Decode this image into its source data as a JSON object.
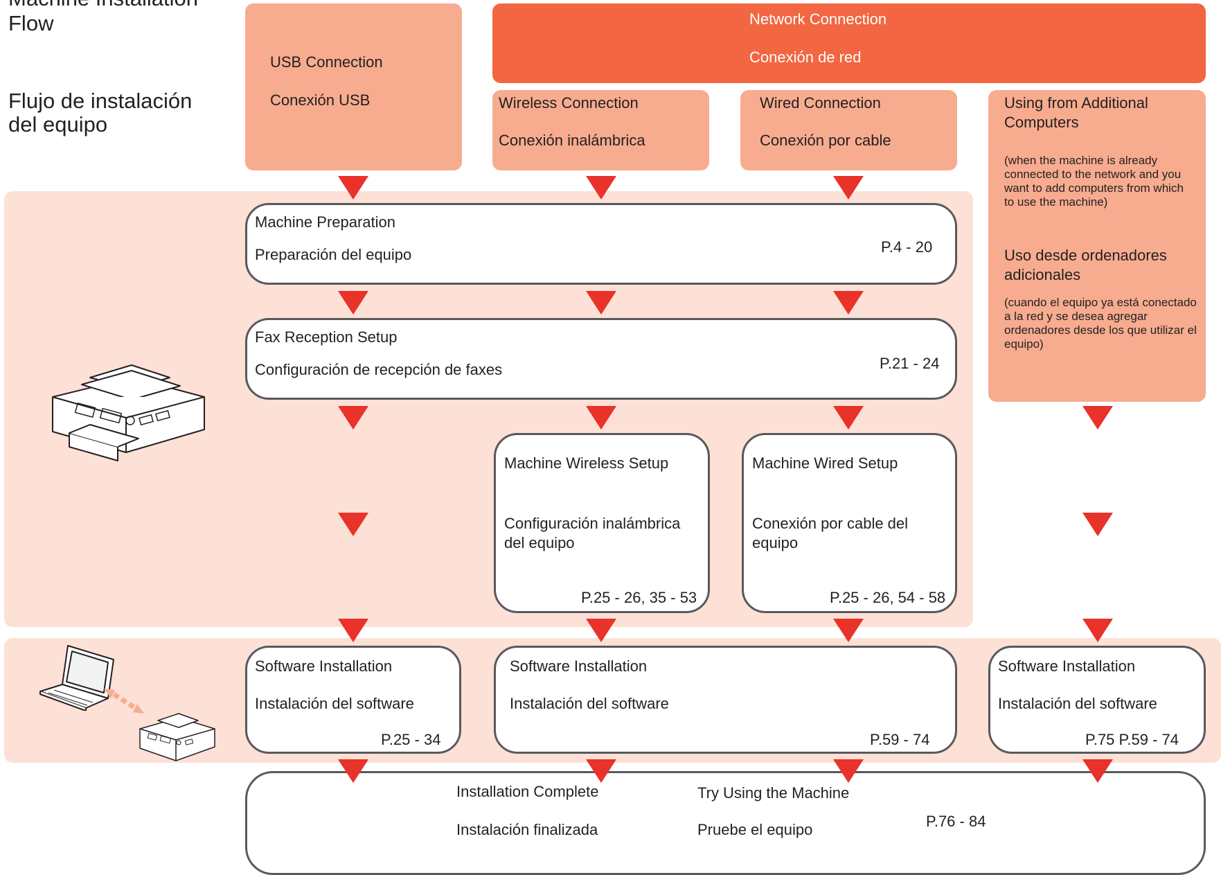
{
  "title": {
    "en_line1": "Machine Installation",
    "en_line2": "Flow",
    "es_line1": "Flujo de instalación",
    "es_line2": "del equipo"
  },
  "headers": {
    "usb": {
      "en": "USB Connection",
      "es": "Conexión USB"
    },
    "network": {
      "en": "Network Connection",
      "es": "Conexión de red"
    },
    "wireless": {
      "en": "Wireless Connection",
      "es": "Conexión inalámbrica"
    },
    "wired": {
      "en": "Wired Connection",
      "es": "Conexión por cable"
    },
    "additional": {
      "en": "Using from Additional Computers",
      "en_note": "(when the machine is already connected to the network and you want to add computers from which to use the machine)",
      "es": "Uso desde ordenadores adicionales",
      "es_note": "(cuando el equipo ya está conectado a la red y se desea agregar ordenadores desde los que utilizar el equipo)"
    }
  },
  "steps": {
    "machine_preparation": {
      "en": "Machine Preparation",
      "es": "Preparación del equipo",
      "pages": "P.4 - 20"
    },
    "fax_setup": {
      "en": "Fax Reception Setup",
      "es": "Configuración de recepción de faxes",
      "pages": "P.21 - 24"
    },
    "wireless_setup": {
      "en": "Machine Wireless Setup",
      "es": "Configuración inalámbrica del equipo",
      "pages": "P.25 - 26, 35 - 53"
    },
    "wired_setup": {
      "en": "Machine Wired Setup",
      "es": "Conexión por cable del equipo",
      "pages": "P.25 - 26, 54 - 58"
    },
    "software_usb": {
      "en": "Software Installation",
      "es": "Instalación del software",
      "pages": "P.25 - 34"
    },
    "software_network": {
      "en": "Software Installation",
      "es": "Instalación del software",
      "pages": "P.59 - 74"
    },
    "software_additional": {
      "en": "Software Installation",
      "es": "Instalación del software",
      "pages": "P.75  P.59 - 74"
    },
    "complete": {
      "en": "Installation Complete",
      "es": "Instalación finalizada",
      "try_en": "Try Using the Machine",
      "try_es": "Pruebe el equipo",
      "pages": "P.76 - 84"
    }
  },
  "colors": {
    "band": "#fde0d6",
    "header_light": "#f7ac8f",
    "header_dark": "#f26641",
    "arrow": "#e8322a",
    "border": "#58595b"
  },
  "icons": [
    "printer-icon",
    "laptop-icon",
    "connection-arrow-icon",
    "small-printer-icon"
  ]
}
